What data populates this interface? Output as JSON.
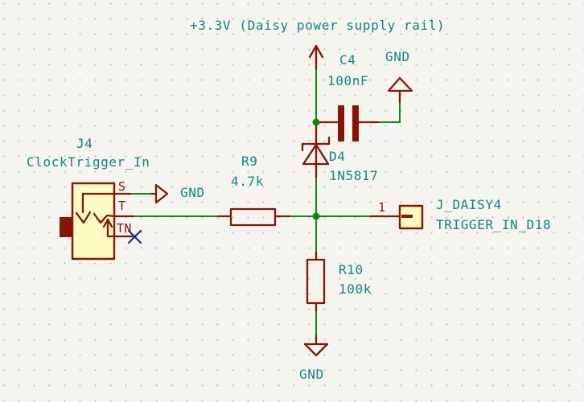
{
  "schematic": {
    "power_rail_label": "+3.3V (Daisy power supply rail)",
    "colors": {
      "background": "#F5F4EF",
      "wire_green": "#0E8A0E",
      "symbol_outline_red": "#871505",
      "symbol_fill_yellow": "#FDFBC2",
      "label_teal": "#0E8585",
      "no_connect_blue": "#2626A8"
    },
    "components": {
      "jack": {
        "reference": "J4",
        "value": "ClockTrigger_In",
        "pin_labels": {
          "sleeve": "S",
          "tip": "T",
          "tip_normal": "TN"
        }
      },
      "resistor_r9": {
        "reference": "R9",
        "value": "4.7k"
      },
      "resistor_r10": {
        "reference": "R10",
        "value": "100k"
      },
      "capacitor_c4": {
        "reference": "C4",
        "value": "100nF"
      },
      "diode_d4": {
        "reference": "D4",
        "value": "1N5817"
      },
      "daisy_connector": {
        "reference": "J_DAISY4",
        "value": "TRIGGER_IN_D18",
        "pin_number": "1"
      }
    },
    "power_symbols": {
      "gnd_top": "GND",
      "gnd_jack": "GND",
      "gnd_bottom": "GND"
    }
  }
}
